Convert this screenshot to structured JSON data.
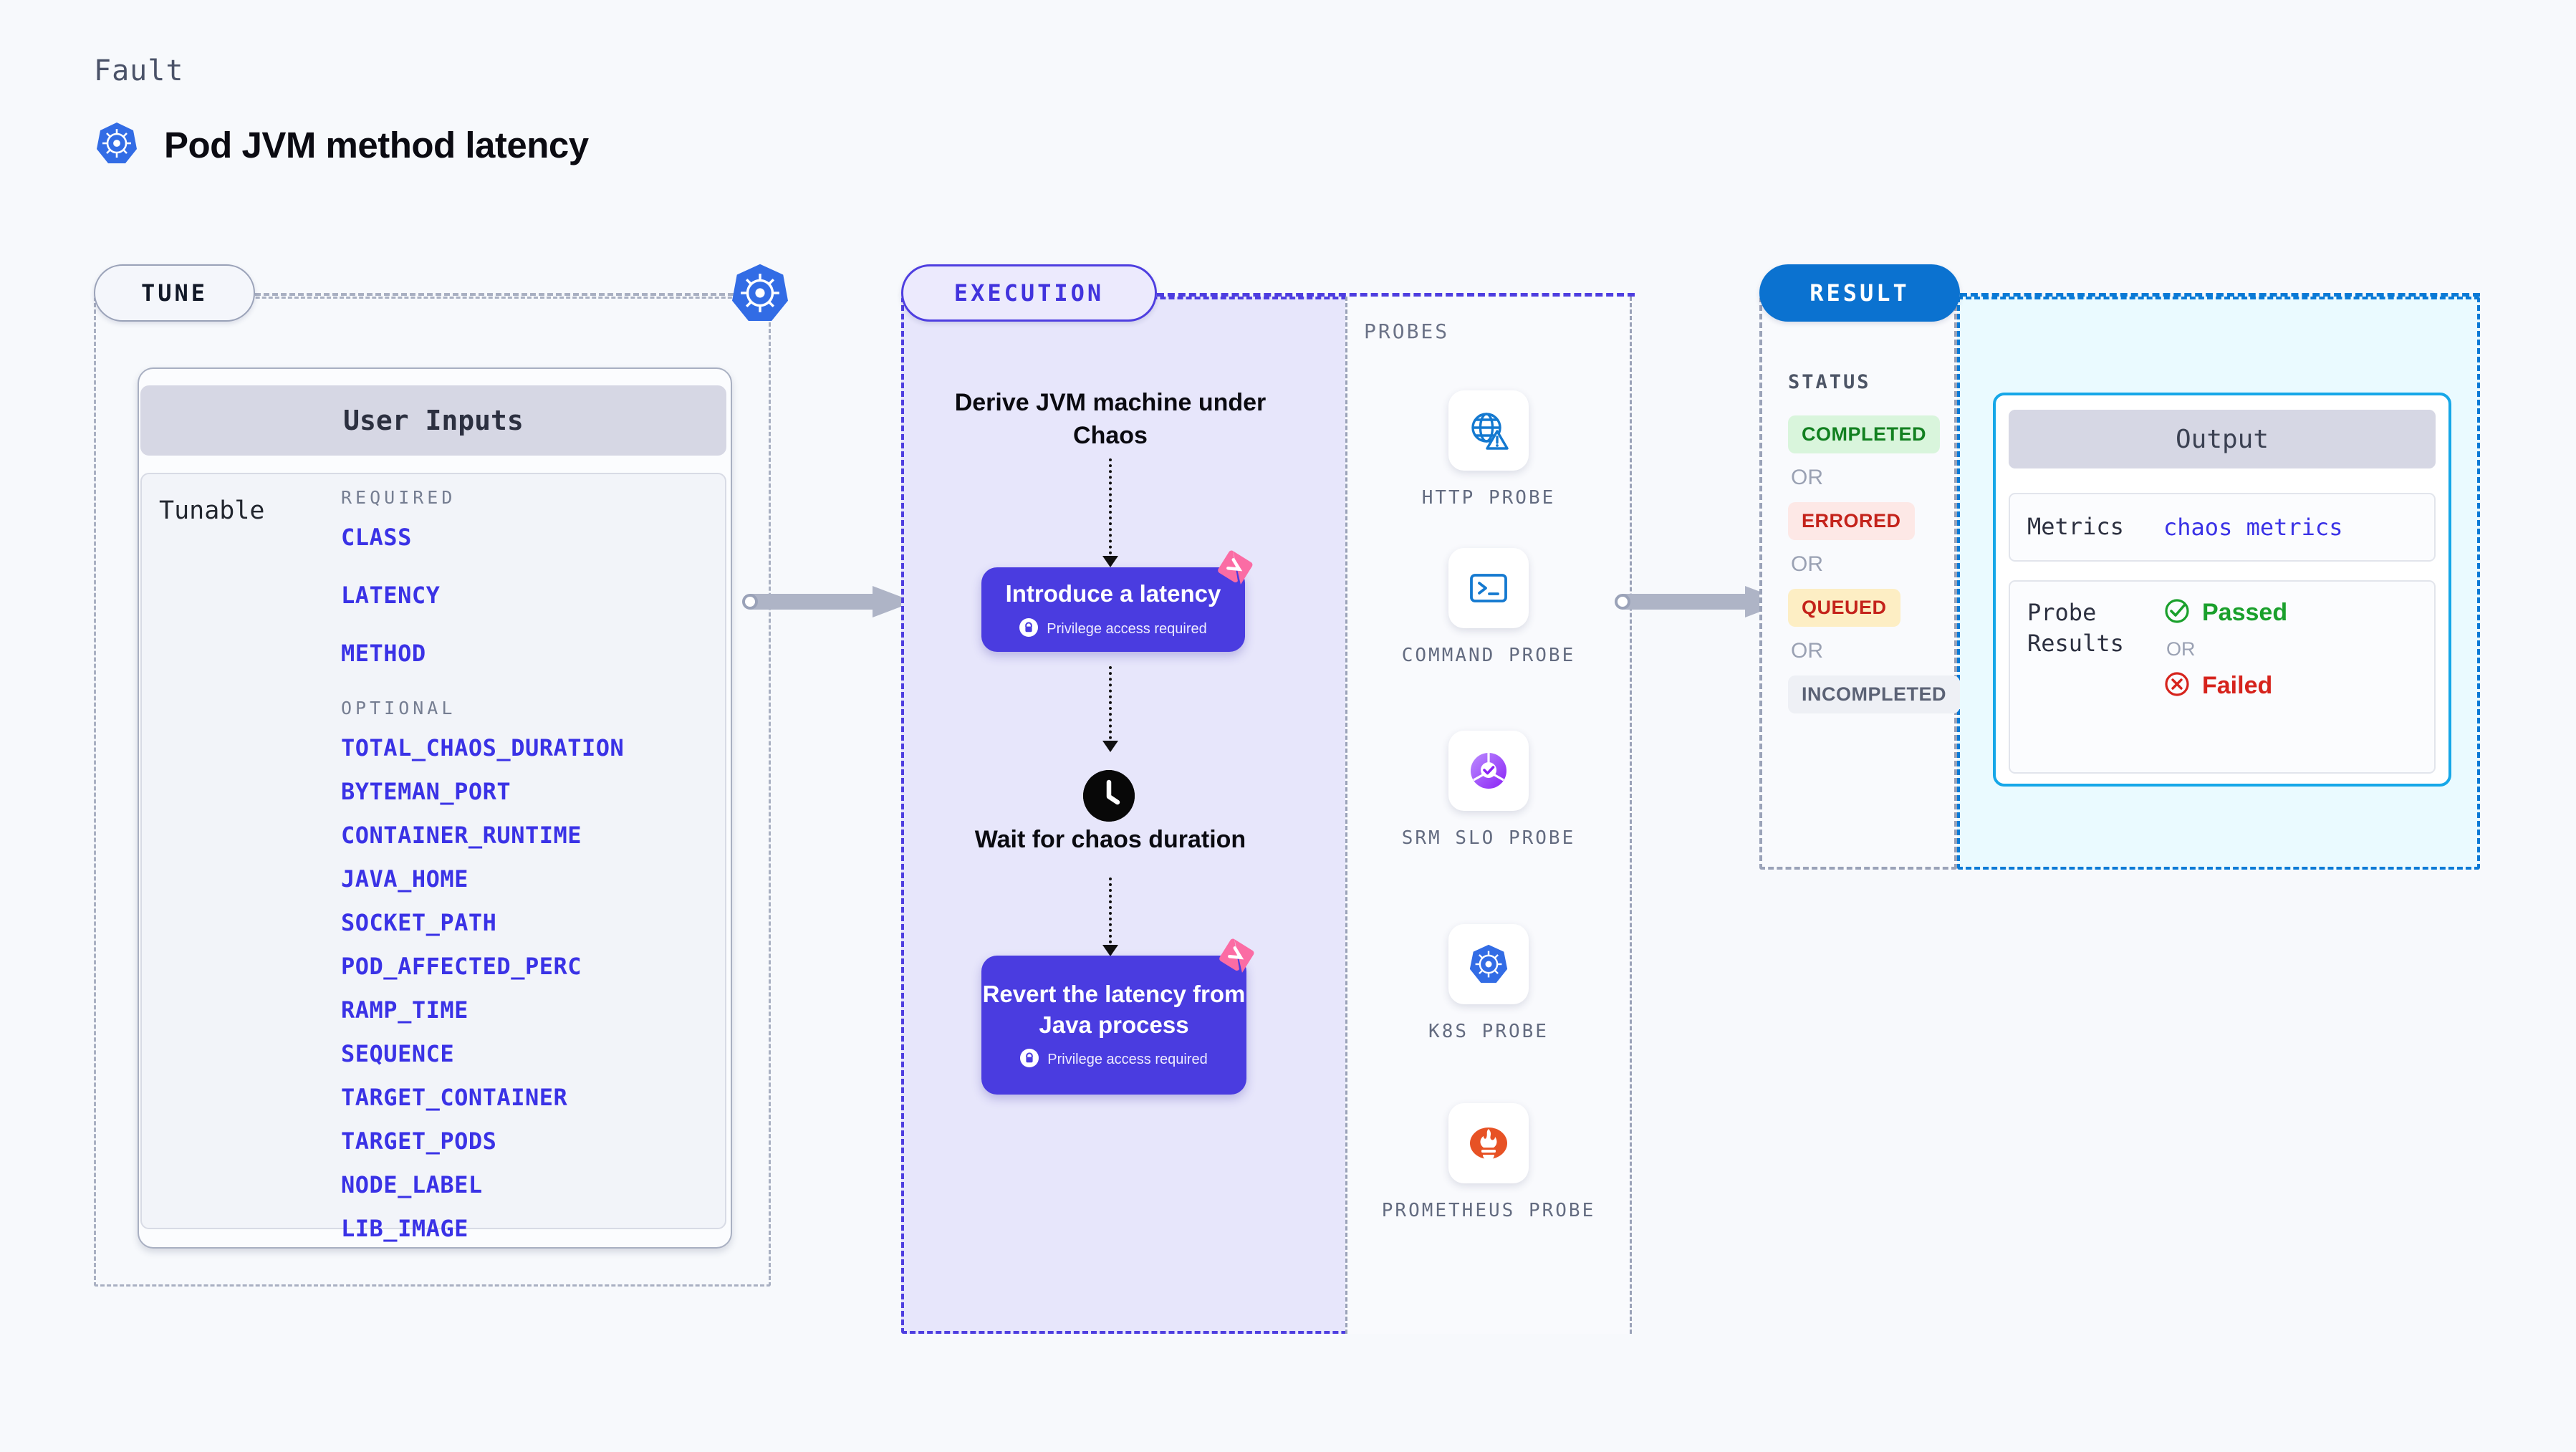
{
  "header": {
    "kicker": "Fault",
    "title": "Pod JVM method latency",
    "icon": "kubernetes-logo"
  },
  "stages": {
    "tune": {
      "pill_label": "TUNE",
      "badge_icon": "kubernetes-logo",
      "card": {
        "title": "User Inputs",
        "row_label": "Tunable",
        "groups": [
          {
            "heading": "REQUIRED",
            "params": [
              "CLASS",
              "LATENCY",
              "METHOD"
            ]
          },
          {
            "heading": "OPTIONAL",
            "params": [
              "TOTAL_CHAOS_DURATION",
              "BYTEMAN_PORT",
              "CONTAINER_RUNTIME",
              "JAVA_HOME",
              "SOCKET_PATH",
              "POD_AFFECTED_PERC",
              "RAMP_TIME",
              "SEQUENCE",
              "TARGET_CONTAINER",
              "TARGET_PODS",
              "NODE_LABEL",
              "LIB_IMAGE"
            ]
          }
        ]
      }
    },
    "execution": {
      "pill_label": "EXECUTION",
      "steps": [
        {
          "type": "text",
          "label": "Derive JVM machine under Chaos"
        },
        {
          "type": "card",
          "label": "Introduce a latency",
          "note": "Privilege access required",
          "note_icon": "lock-icon",
          "badge_icon": "harness-logo"
        },
        {
          "type": "text",
          "label": "Wait for chaos duration",
          "icon": "clock-icon"
        },
        {
          "type": "card",
          "label": "Revert the latency from Java process",
          "note": "Privilege access required",
          "note_icon": "lock-icon",
          "badge_icon": "harness-logo"
        }
      ]
    },
    "probes": {
      "section_label": "PROBES",
      "items": [
        {
          "label": "HTTP PROBE",
          "icon": "globe-warning-icon"
        },
        {
          "label": "COMMAND PROBE",
          "icon": "terminal-icon"
        },
        {
          "label": "SRM SLO PROBE",
          "icon": "srm-slo-icon"
        },
        {
          "label": "K8S PROBE",
          "icon": "kubernetes-logo"
        },
        {
          "label": "PROMETHEUS PROBE",
          "icon": "prometheus-logo"
        }
      ]
    },
    "result": {
      "pill_label": "RESULT",
      "status_label": "STATUS",
      "or_label": "OR",
      "statuses": [
        {
          "label": "COMPLETED",
          "bg": "#d9f5dc",
          "fg": "#128020"
        },
        {
          "label": "ERRORED",
          "bg": "#fde8e6",
          "fg": "#c4231b"
        },
        {
          "label": "QUEUED",
          "bg": "#fdeec4",
          "fg": "#c4231b"
        },
        {
          "label": "INCOMPLETED",
          "bg": "#eef0f5",
          "fg": "#5b6275"
        }
      ]
    },
    "output": {
      "title": "Output",
      "metrics_key": "Metrics",
      "metrics_value": "chaos metrics",
      "probe_results_key": "Probe Results",
      "or_label": "OR",
      "passed_label": "Passed",
      "failed_label": "Failed",
      "passed_icon": "check-circle-icon",
      "failed_icon": "x-circle-icon"
    }
  },
  "colors": {
    "execution_purple": "#4a3ce0",
    "result_blue": "#0b72d0",
    "output_cyan": "#16a7e8",
    "param_blue": "#3a32e6",
    "harness_pink": "#fb6ca4"
  }
}
